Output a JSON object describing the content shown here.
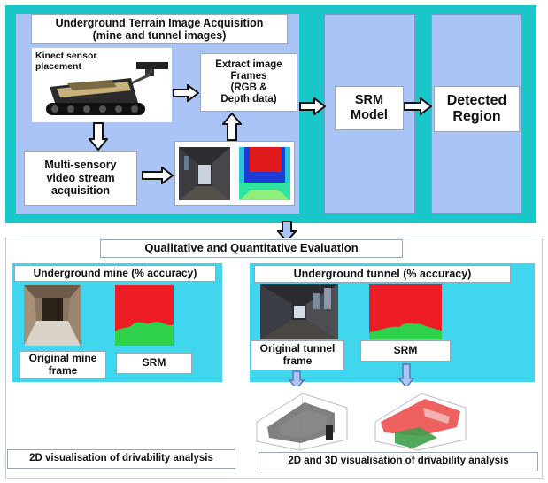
{
  "colors": {
    "teal_bg": "#19c7c9",
    "cyan_panel": "#3fd6ee",
    "blue_box": "#a9c4f5",
    "srm_red": "#ee1c24",
    "srm_green": "#2fd04a",
    "arrow_fill": "#ffffff",
    "arrow_stroke": "#111111"
  },
  "top": {
    "title_line1": "Underground Terrain Image Acquisition",
    "title_line2": "(mine and tunnel images)",
    "kinect_label_line1": "Kinect sensor",
    "kinect_label_line2": "placement",
    "extract_line1": "Extract image",
    "extract_line2": "Frames",
    "extract_line3": "(RGB &",
    "extract_line4": "Depth data)",
    "multisensory_line1": "Multi-sensory",
    "multisensory_line2": "video stream",
    "multisensory_line3": "acquisition",
    "srm_line1": "SRM",
    "srm_line2": "Model",
    "detected_line1": "Detected",
    "detected_line2": "Region"
  },
  "bottom": {
    "eval_title": "Qualitative and Quantitative Evaluation",
    "mine_title": "Underground mine (% accuracy)",
    "mine_orig_line1": "Original mine",
    "mine_orig_line2": "frame",
    "mine_srm": "SRM",
    "tunnel_title": "Underground tunnel (% accuracy)",
    "tunnel_orig_line1": "Original tunnel",
    "tunnel_orig_line2": "frame",
    "tunnel_srm": "SRM",
    "vis2d": "2D visualisation of drivability analysis",
    "vis3d": "2D and 3D visualisation of drivability analysis"
  },
  "icons": [
    "right-arrow-icon",
    "down-arrow-icon",
    "up-arrow-icon",
    "robot-icon"
  ]
}
